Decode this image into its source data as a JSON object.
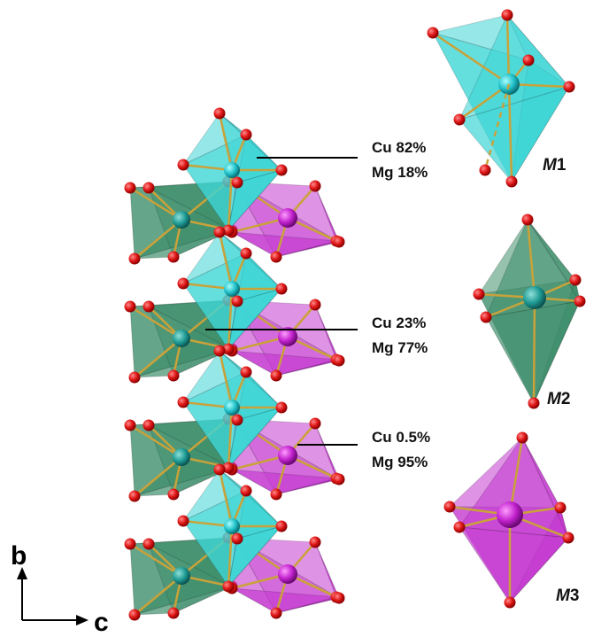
{
  "colors": {
    "m1_face": "#3fd6d6",
    "m1_edge": "#2aa8a8",
    "m2_face": "#3f8f6c",
    "m2_edge": "#2e6b50",
    "m3_face": "#c43ad0",
    "m3_edge": "#8d1f98",
    "oxygen": "#e01818",
    "bond": "#c9a23a",
    "leader": "#000000"
  },
  "occupancy_labels": [
    {
      "cu": "Cu 82%",
      "mg": "Mg 18%"
    },
    {
      "cu": "Cu 23%",
      "mg": "Mg 77%"
    },
    {
      "cu": "Cu 0.5%",
      "mg": "Mg 95%"
    }
  ],
  "site_labels": [
    {
      "italic": "M",
      "num": "1"
    },
    {
      "italic": "M",
      "num": "2"
    },
    {
      "italic": "M",
      "num": "3"
    }
  ],
  "axes": {
    "vertical": "b",
    "horizontal": "c"
  }
}
